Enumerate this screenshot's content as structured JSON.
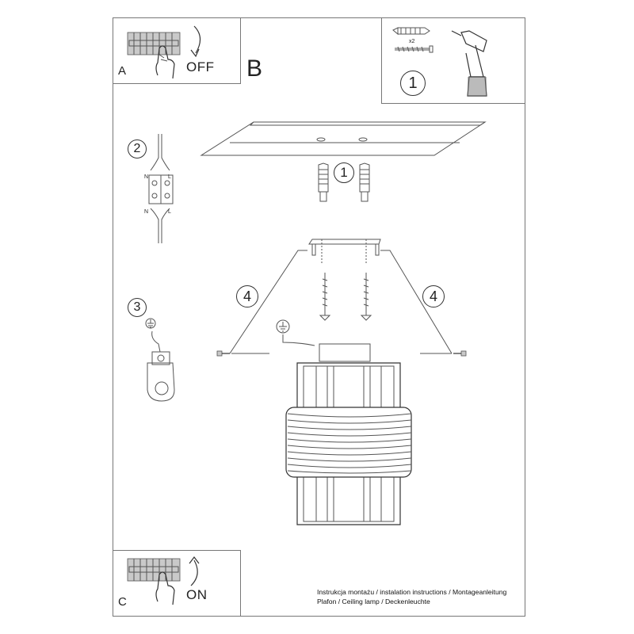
{
  "panels": {
    "a": {
      "letter": "A",
      "state": "OFF"
    },
    "b": {
      "letter": "B"
    },
    "c": {
      "letter": "C",
      "state": "ON"
    }
  },
  "tools": {
    "quantity": "x2",
    "step": "1"
  },
  "steps": {
    "anchors": "1",
    "connector": "2",
    "ground": "3",
    "screw_left": "4",
    "screw_right": "4"
  },
  "connector_labels": {
    "top_left": "N",
    "top_right": "L",
    "bottom_left": "N",
    "bottom_right": "L"
  },
  "caption": {
    "line1": "Instrukcja montażu / instalation instructions / Montageanleitung",
    "line2": "Plafon / Ceiling lamp / Deckenleuchte"
  }
}
